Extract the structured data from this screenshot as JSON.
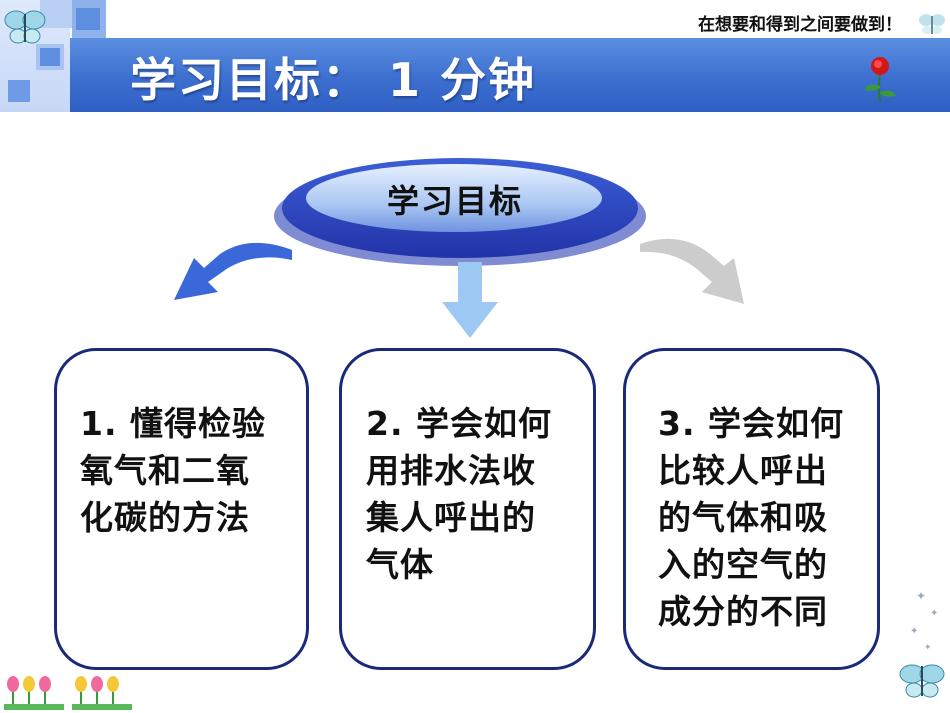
{
  "header": {
    "title": "学习目标： 1 分钟",
    "motto": "在想要和得到之间要做到！"
  },
  "center": {
    "label": "学习目标"
  },
  "goals": [
    {
      "lines": [
        "1. 懂得检验",
        "氧气和二氧",
        "化碳的方法"
      ]
    },
    {
      "lines": [
        "2. 学会如何",
        "用排水法收",
        "集人呼出的",
        "气体"
      ]
    },
    {
      "lines": [
        "3. 学会如何",
        "比较人呼出",
        "的气体和吸",
        "入的空气的",
        "成分的不同"
      ]
    }
  ],
  "colors": {
    "banner": "#3d6fd0",
    "box_border": "#1a2a78",
    "arrow_left": "#3b68d8",
    "arrow_center": "#9ec8f4",
    "arrow_right": "#c8c8c8"
  },
  "icons": {
    "butterfly": "butterfly-icon",
    "rose": "rose-icon",
    "flowers": "tulip-row-icon"
  }
}
